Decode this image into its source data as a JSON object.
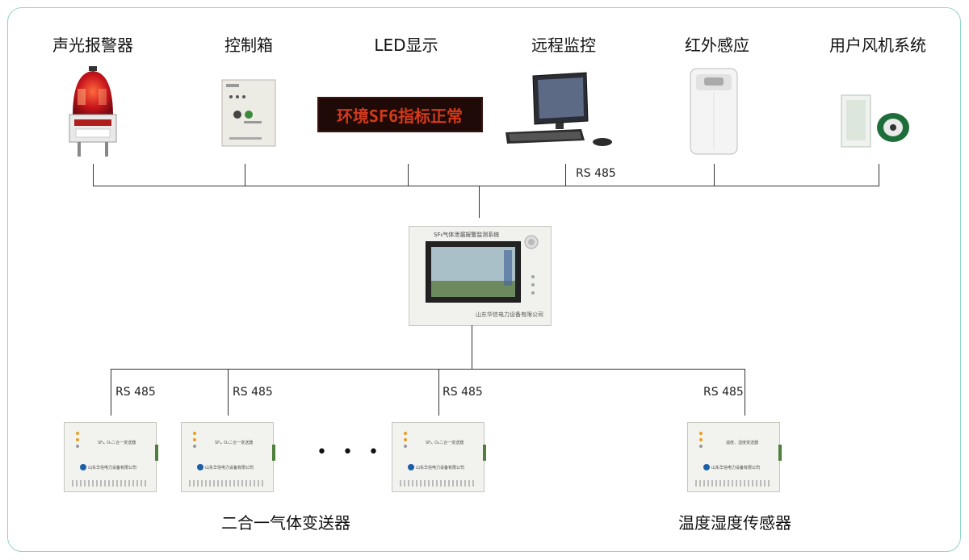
{
  "top_devices": [
    {
      "label": "声光报警器"
    },
    {
      "label": "控制箱"
    },
    {
      "label": "LED显示"
    },
    {
      "label": "远程监控"
    },
    {
      "label": "红外感应"
    },
    {
      "label": "用户风机系统"
    }
  ],
  "led_text": "环境SF6指标正常",
  "controller": {
    "screen_title": "SF₆气体泄漏报警监测系统",
    "company": "山东华信电力设备有限公司"
  },
  "bus_label": "RS 485",
  "bottom_buses": [
    "RS 485",
    "RS 485",
    "RS 485",
    "RS 485"
  ],
  "transmitters": [
    {
      "panel_text": "SF₆, O₂二合一变送器",
      "company": "山东华信电力设备有限公司"
    },
    {
      "panel_text": "SF₆, O₂二合一变送器",
      "company": "山东华信电力设备有限公司"
    },
    {
      "panel_text": "SF₆, O₂二合一变送器",
      "company": "山东华信电力设备有限公司"
    },
    {
      "panel_text": "温度、湿度变送器",
      "company": "山东华信电力设备有限公司"
    }
  ],
  "ellipsis": "• • •",
  "group_labels": {
    "gas": "二合一气体变送器",
    "temp": "温度湿度传感器"
  },
  "colors": {
    "border": "#8fd3cf",
    "led_text": "#d23a1c",
    "alarm_red": "#c8141c"
  }
}
